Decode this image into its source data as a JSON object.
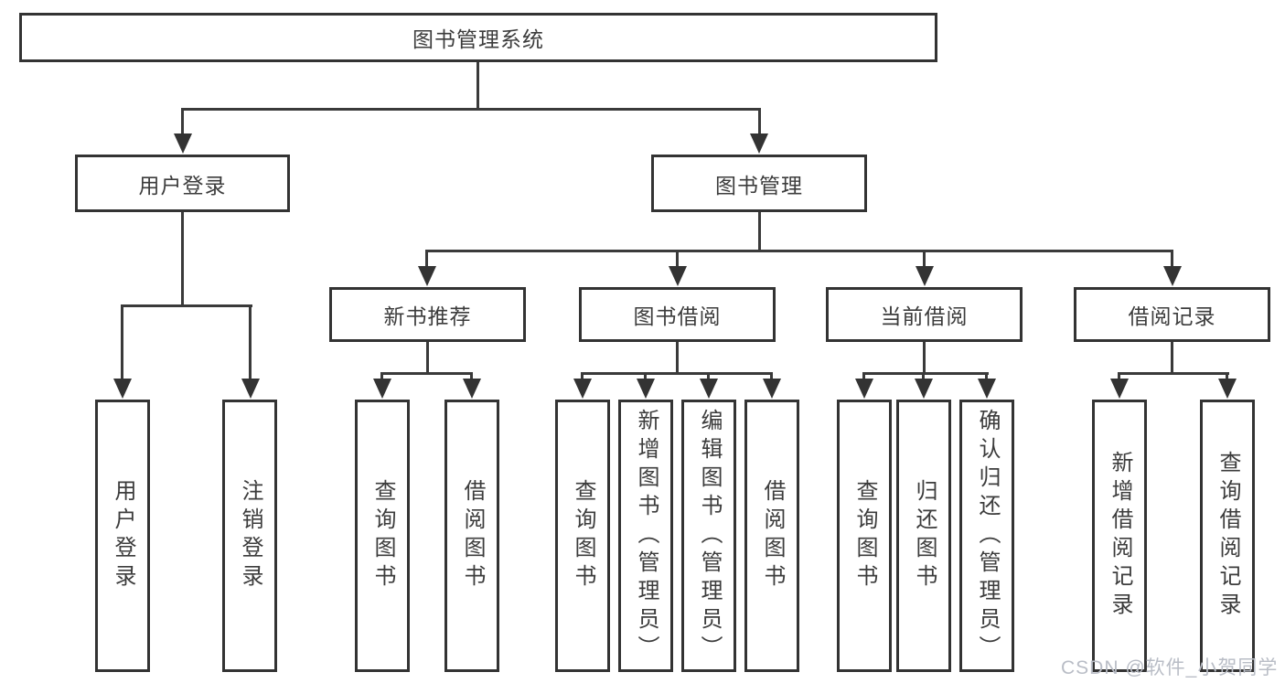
{
  "diagram_title": "图书管理系统",
  "tree": {
    "label": "图书管理系统",
    "children": [
      {
        "label": "用户登录",
        "children": [
          {
            "label": "用户登录"
          },
          {
            "label": "注销登录"
          }
        ]
      },
      {
        "label": "图书管理",
        "children": [
          {
            "label": "新书推荐",
            "children": [
              {
                "label": "查询图书"
              },
              {
                "label": "借阅图书"
              }
            ]
          },
          {
            "label": "图书借阅",
            "children": [
              {
                "label": "查询图书"
              },
              {
                "label": "新增图书（管理员）"
              },
              {
                "label": "编辑图书（管理员）"
              },
              {
                "label": "借阅图书"
              }
            ]
          },
          {
            "label": "当前借阅",
            "children": [
              {
                "label": "查询图书"
              },
              {
                "label": "归还图书"
              },
              {
                "label": "确认归还（管理员）"
              }
            ]
          },
          {
            "label": "借阅记录",
            "children": [
              {
                "label": "新增借阅记录"
              },
              {
                "label": "查询借阅记录"
              }
            ]
          }
        ]
      }
    ]
  },
  "watermark": {
    "text": "CSDN @软件_小贺同学"
  },
  "colors": {
    "line": "#3a3a3a",
    "border": "#333333",
    "text": "#3c3c3c",
    "watermark": "#b9bdc6",
    "background": "#ffffff"
  }
}
